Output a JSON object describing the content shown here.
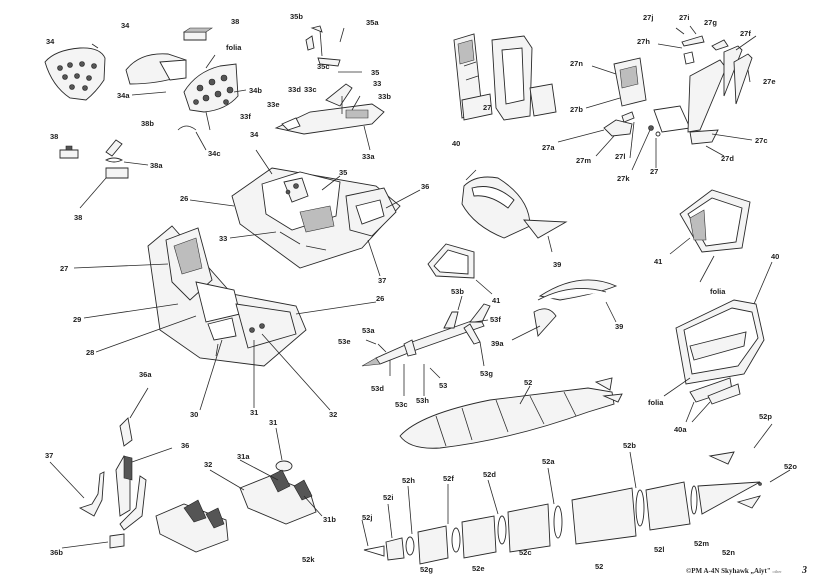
{
  "labels": {
    "p34": "34",
    "p34_top": "34",
    "p34a": "34a",
    "p34b": "34b",
    "p34c": "34c",
    "p34_mid": "34",
    "p38_top": "38",
    "p38_left": "38",
    "p38_bottom": "38",
    "p38a": "38a",
    "p38b": "38b",
    "folia_top": "folia",
    "folia_mid": "folia",
    "folia_right": "folia",
    "p35a": "35a",
    "p35b": "35b",
    "p35c": "35c",
    "p35": "35",
    "p35_mid": "35",
    "p33": "33",
    "p33_mid": "33",
    "p33a": "33a",
    "p33b": "33b",
    "p33c": "33c",
    "p33d": "33d",
    "p33e": "33e",
    "p33f": "33f",
    "p27_seat": "27",
    "p27_right": "27",
    "p27_left": "27",
    "p27a": "27a",
    "p27b": "27b",
    "p27c": "27c",
    "p27d": "27d",
    "p27e": "27e",
    "p27f": "27f",
    "p27g": "27g",
    "p27h": "27h",
    "p27i": "27i",
    "p27j": "27j",
    "p27k": "27k",
    "p27l": "27l",
    "p27m": "27m",
    "p27n": "27n",
    "p26_top": "26",
    "p26_mid": "26",
    "p36_top": "36",
    "p36_bottom": "36",
    "p36a": "36a",
    "p36b": "36b",
    "p37_top": "37",
    "p37_bottom": "37",
    "p40_left": "40",
    "p40_right": "40",
    "p40a": "40a",
    "p39_top": "39",
    "p39_mid": "39",
    "p39a": "39a",
    "p41_left": "41",
    "p41_right": "41",
    "p29": "29",
    "p28": "28",
    "p30": "30",
    "p31": "31",
    "p31_top": "31",
    "p31a": "31a",
    "p31b": "31b",
    "p32": "32",
    "p32_bottom": "32",
    "p53": "53",
    "p53a": "53a",
    "p53b": "53b",
    "p53c": "53c",
    "p53d": "53d",
    "p53e": "53e",
    "p53f": "53f",
    "p53g": "53g",
    "p53h": "53h",
    "p52_top": "52",
    "p52_bottom": "52",
    "p52a": "52a",
    "p52b": "52b",
    "p52c": "52c",
    "p52d": "52d",
    "p52e": "52e",
    "p52f": "52f",
    "p52g": "52g",
    "p52h": "52h",
    "p52i": "52i",
    "p52j": "52j",
    "p52k": "52k",
    "p52l": "52l",
    "p52m": "52m",
    "p52n": "52n",
    "p52o": "52o",
    "p52p": "52p"
  },
  "footer": {
    "brand": "©PM A-4N Skyhawk „Aiyt\"",
    "brand_small": "other",
    "page_number": "3"
  }
}
